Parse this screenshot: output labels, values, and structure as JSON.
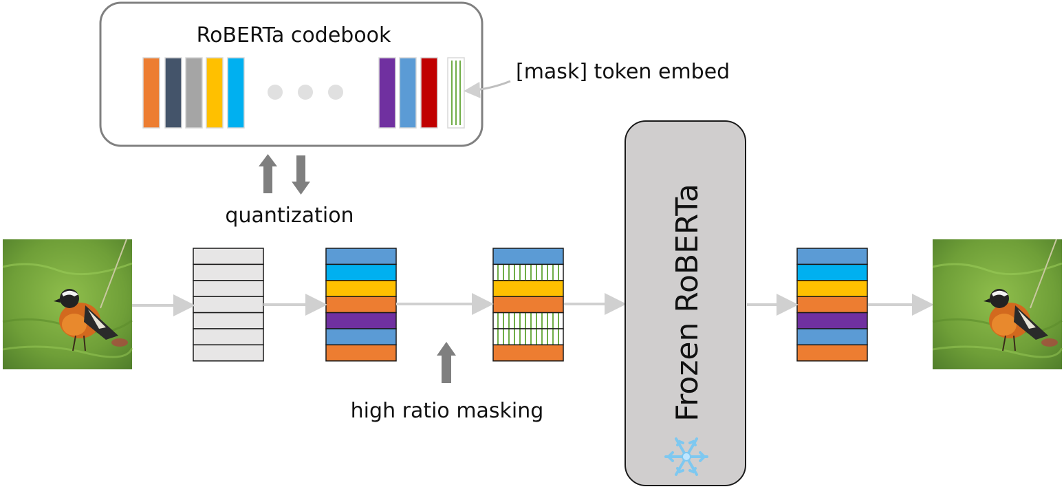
{
  "labels": {
    "codebook_title": "RoBERTa codebook",
    "mask_embed": "[mask] token embed",
    "quantization": "quantization",
    "masking": "high ratio masking",
    "model": "Frozen RoBERTa"
  },
  "colors": {
    "orange": "#ED7D31",
    "navy": "#44546A",
    "gray": "#A5A5A5",
    "gold": "#FFC000",
    "cyan": "#00B0F0",
    "purple": "#7030A0",
    "steel_blue": "#5B9BD5",
    "red": "#C00000",
    "mask_stripe": "#70AD47",
    "patch_fill": "#E7E6E6",
    "model_fill": "#D0CECE",
    "arrow_light": "#D0D0D0",
    "arrow_dark": "#7F7F7F"
  },
  "codebook_colors_left": [
    "orange",
    "navy",
    "gray",
    "gold",
    "cyan"
  ],
  "codebook_colors_right": [
    "purple",
    "steel_blue",
    "red"
  ],
  "stacks": {
    "patches": [
      "patch_fill",
      "patch_fill",
      "patch_fill",
      "patch_fill",
      "patch_fill",
      "patch_fill",
      "patch_fill"
    ],
    "quantized": [
      "steel_blue",
      "cyan",
      "gold",
      "orange",
      "purple",
      "steel_blue",
      "orange"
    ],
    "masked": [
      "steel_blue",
      "mask",
      "gold",
      "orange",
      "mask",
      "mask",
      "orange"
    ],
    "output": [
      "steel_blue",
      "cyan",
      "gold",
      "orange",
      "purple",
      "steel_blue",
      "orange"
    ]
  },
  "icons": {
    "input_image": "bird-photo-icon",
    "output_image": "bird-photo-icon",
    "frozen": "snowflake-icon",
    "ellipsis": "ellipsis-dots-icon"
  }
}
